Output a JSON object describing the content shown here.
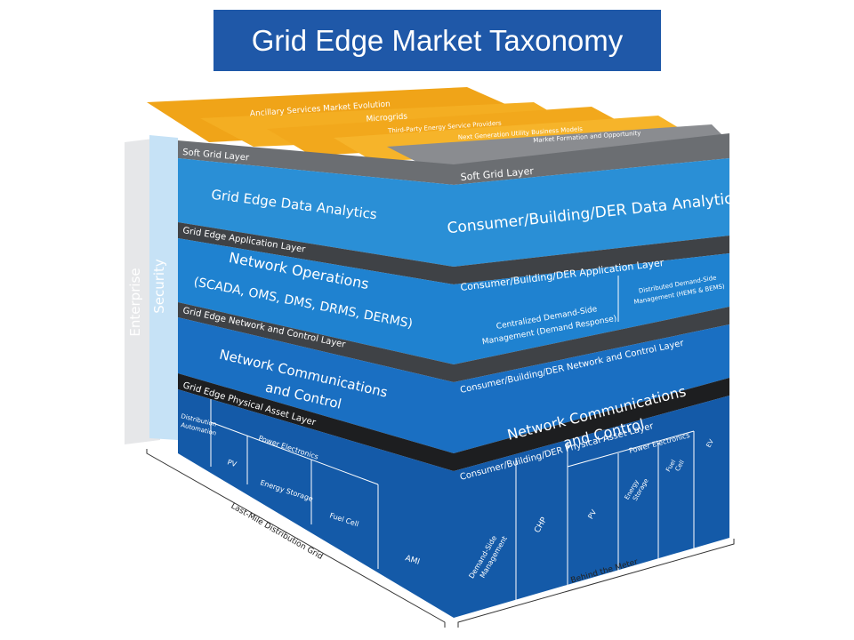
{
  "title": "Grid Edge Market Taxonomy",
  "side": {
    "enterprise": "Enterprise",
    "security": "Security"
  },
  "top_layers": [
    "Ancillary Services Market Evolution",
    "Microgrids",
    "Third-Party Energy Service Providers",
    "Next Generation Utility Business Models",
    "Market Formation and Opportunity"
  ],
  "left_face": {
    "soft_grid_layer": "Soft Grid Layer",
    "data_analytics": "Grid Edge Data Analytics",
    "application_layer": "Grid Edge Application Layer",
    "network_operations_1": "Network Operations",
    "network_operations_2": "(SCADA, OMS, DMS, DRMS, DERMS)",
    "network_control_layer": "Grid Edge Network and Control Layer",
    "network_comm_1": "Network Communications",
    "network_comm_2": "and Control",
    "physical_asset_layer": "Grid Edge Physical Asset Layer",
    "distribution_automation_1": "Distribution",
    "distribution_automation_2": "Automation",
    "power_electronics": "Power Electronics",
    "pv": "PV",
    "energy_storage": "Energy Storage",
    "fuel_cell": "Fuel Cell",
    "ami": "AMI",
    "bottom_label": "Last-Mile Distribution Grid"
  },
  "right_face": {
    "soft_grid_layer": "Soft Grid Layer",
    "data_analytics": "Consumer/Building/DER Data Analytics",
    "application_layer": "Consumer/Building/DER Application Layer",
    "centralized_dsm_1": "Centralized Demand-Side",
    "centralized_dsm_2": "Management (Demand Response)",
    "distributed_dsm_1": "Distributed Demand-Side",
    "distributed_dsm_2": "Management (HEMS & BEMS)",
    "network_control_layer": "Consumer/Building/DER Network and Control Layer",
    "network_comm_1": "Network Communications",
    "network_comm_2": "and Control",
    "physical_asset_layer": "Consumer/Building/DER Physical Asset Layer",
    "demand_side_1": "Demand-Side",
    "demand_side_2": "Management",
    "chp": "CHP",
    "power_electronics": "Power Electronics",
    "pv": "PV",
    "energy_storage_1": "Energy",
    "energy_storage_2": "Storage",
    "fuel_cell_1": "Fuel",
    "fuel_cell_2": "Cell",
    "ev": "EV",
    "bottom_label": "Behind the Meter"
  },
  "colors": {
    "title_bg": "#1f58a8",
    "light_blue": "#2a8fd6",
    "mid_blue": "#1a75c6",
    "dark_blue": "#145aa8",
    "darker_blue": "#0f4a95",
    "gray_band": "#6b6e72",
    "dark_band": "#3f4246",
    "black_band": "#1d1e20",
    "orange": "#f2a41a"
  }
}
